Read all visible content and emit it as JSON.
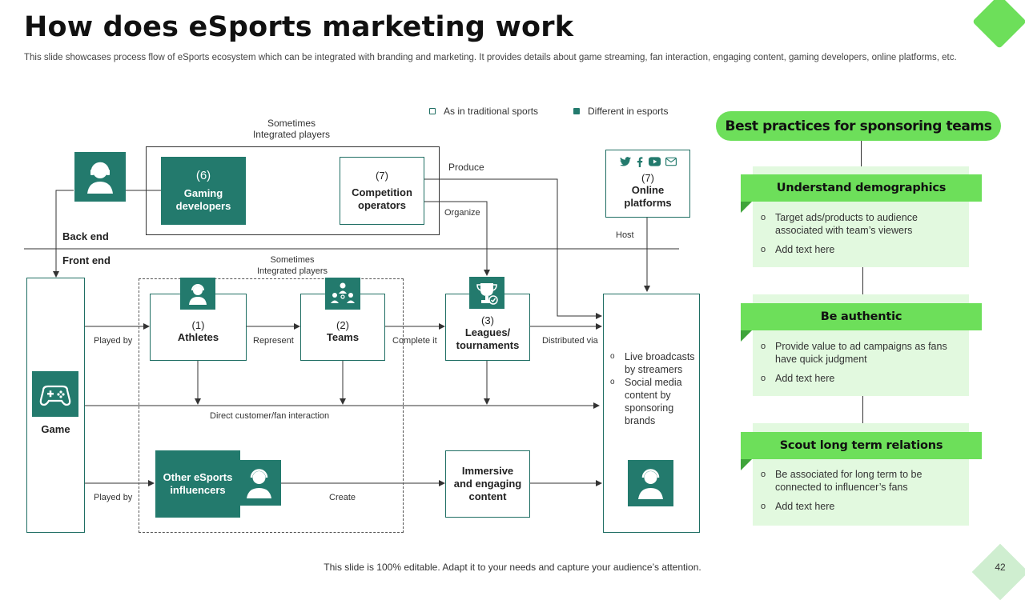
{
  "header": {
    "title": "How does eSports marketing work",
    "subtitle": "This slide showcases process flow of eSports ecosystem which can be integrated with branding and marketing. It provides details about game streaming, fan interaction, engaging content, gaming developers, online platforms, etc."
  },
  "legend": {
    "traditional": "As in traditional sports",
    "different": "Different in esports",
    "colors": {
      "traditional": "#ffffff",
      "different": "#237a6d"
    }
  },
  "diagram": {
    "top_sometimes": "Sometimes\nIntegrated players",
    "mid_sometimes": "Sometimes\nIntegrated players",
    "back_end": "Back end",
    "front_end": "Front end",
    "gaming_developers": {
      "num": "(6)",
      "label": "Gaming\ndevelopers"
    },
    "competition_operators": {
      "num": "(7)",
      "label": "Competition\noperators"
    },
    "online_platforms": {
      "num": "(7)",
      "label": "Online\nplatforms"
    },
    "athletes": {
      "num": "(1)",
      "label": "Athletes"
    },
    "teams": {
      "num": "(2)",
      "label": "Teams"
    },
    "leagues": {
      "num": "(3)",
      "label": "Leagues/\ntournaments"
    },
    "other_influencers": {
      "label": "Other eSports\ninfluencers"
    },
    "immersive": {
      "label": "Immersive\nand engaging\ncontent"
    },
    "game": {
      "label": "Game"
    },
    "edges": {
      "produce": "Produce",
      "organize": "Organize",
      "host": "Host",
      "played_by_1": "Played by",
      "represent": "Represent",
      "complete_it": "Complete  it",
      "distributed_via": "Distributed via",
      "direct": "Direct customer/fan interaction",
      "played_by_2": "Played by",
      "create": "Create"
    },
    "distribution_items": [
      "Live broadcasts by streamers",
      "Social media content by sponsoring brands"
    ]
  },
  "best_practices": {
    "title": "Best practices for sponsoring teams",
    "cards": [
      {
        "heading": "Understand demographics",
        "bullets": [
          "Target ads/products to audience associated with team’s viewers",
          "Add text here"
        ]
      },
      {
        "heading": "Be authentic",
        "bullets": [
          "Provide value to ad campaigns as fans have quick judgment",
          "Add text here"
        ]
      },
      {
        "heading": "Scout long term relations",
        "bullets": [
          "Be associated for long term to be connected to influencer’s fans",
          "Add text here"
        ]
      }
    ]
  },
  "footer": {
    "note": "This slide is 100% editable. Adapt it to your needs and capture your audience’s attention.",
    "page": "42"
  },
  "colors": {
    "accent_green": "#6ddf5a",
    "teal": "#237a6d",
    "card_bg": "#e2f9df"
  },
  "icons": [
    "headset-person-icon",
    "twitter-icon",
    "facebook-icon",
    "youtube-icon",
    "mail-icon",
    "trophy-icon",
    "team-icon",
    "gamepad-icon"
  ]
}
